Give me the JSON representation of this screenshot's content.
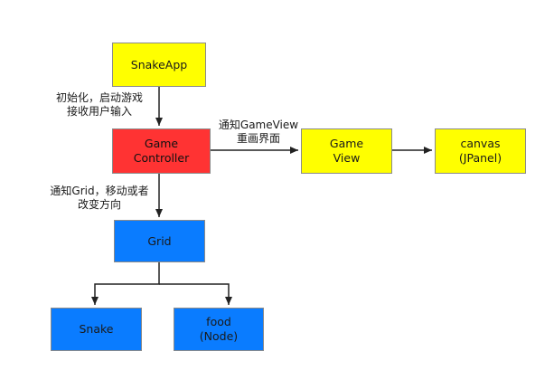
{
  "nodes": {
    "snakeapp": "SnakeApp",
    "game_controller": "Game\nController",
    "game_view": "Game\nView",
    "canvas": "canvas\n(JPanel)",
    "grid": "Grid",
    "snake": "Snake",
    "food": "food\n(Node)"
  },
  "edges": {
    "init_label": "初始化，启动游戏\n接收用户输入",
    "notify_view_label": "通知GameView\n重画界面",
    "notify_grid_label": "通知Grid，移动或者\n改变方向"
  },
  "colors": {
    "yellow": "#ffff00",
    "red": "#ff3333",
    "blue": "#0a7cff",
    "line": "#222222"
  }
}
